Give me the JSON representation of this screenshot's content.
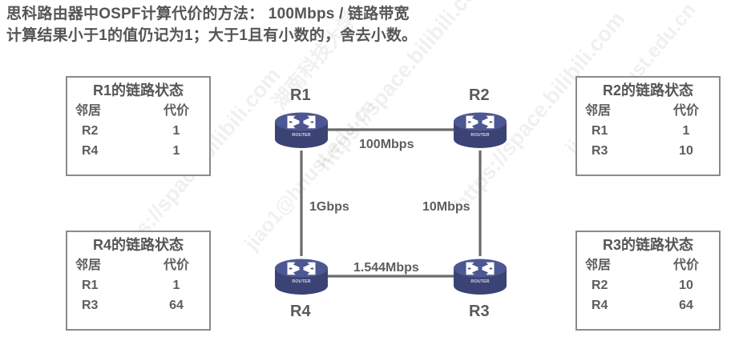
{
  "title": {
    "line1": "思科路由器中OSPF计算代价的方法： 100Mbps / 链路带宽",
    "line2": "计算结果小于1的值仍记为1；大于1且有小数的，舍去小数。"
  },
  "watermark": {
    "text_a": "https://space.bilibili.com",
    "text_b": "jiao1@hnust.edu.cn",
    "text_c": "湖南科技大学"
  },
  "colors": {
    "router_top": "#4d5793",
    "router_side": "#3b4374",
    "border": "#8a8a8a",
    "text": "#5a5a5a",
    "link": "#6b6b6b"
  },
  "tables": [
    {
      "id": "r1",
      "title": "R1的链路状态",
      "columns": [
        "邻居",
        "代价"
      ],
      "rows": [
        {
          "neighbor": "R2",
          "cost": "1"
        },
        {
          "neighbor": "R4",
          "cost": "1"
        }
      ]
    },
    {
      "id": "r2",
      "title": "R2的链路状态",
      "columns": [
        "邻居",
        "代价"
      ],
      "rows": [
        {
          "neighbor": "R1",
          "cost": "1"
        },
        {
          "neighbor": "R3",
          "cost": "10"
        }
      ]
    },
    {
      "id": "r4",
      "title": "R4的链路状态",
      "columns": [
        "邻居",
        "代价"
      ],
      "rows": [
        {
          "neighbor": "R1",
          "cost": "1"
        },
        {
          "neighbor": "R3",
          "cost": "64"
        }
      ]
    },
    {
      "id": "r3",
      "title": "R3的链路状态",
      "columns": [
        "邻居",
        "代价"
      ],
      "rows": [
        {
          "neighbor": "R2",
          "cost": "10"
        },
        {
          "neighbor": "R4",
          "cost": "64"
        }
      ]
    }
  ],
  "topology": {
    "routers": [
      {
        "id": "r1",
        "label": "R1",
        "icon": "router-icon",
        "badge": "ROUTER"
      },
      {
        "id": "r2",
        "label": "R2",
        "icon": "router-icon",
        "badge": "ROUTER"
      },
      {
        "id": "r3",
        "label": "R3",
        "icon": "router-icon",
        "badge": "ROUTER"
      },
      {
        "id": "r4",
        "label": "R4",
        "icon": "router-icon",
        "badge": "ROUTER"
      }
    ],
    "links": [
      {
        "id": "r1-r2",
        "from": "R1",
        "to": "R2",
        "bandwidth": "100Mbps"
      },
      {
        "id": "r1-r4",
        "from": "R1",
        "to": "R4",
        "bandwidth": "1Gbps"
      },
      {
        "id": "r2-r3",
        "from": "R2",
        "to": "R3",
        "bandwidth": "10Mbps"
      },
      {
        "id": "r4-r3",
        "from": "R4",
        "to": "R3",
        "bandwidth": "1.544Mbps"
      }
    ]
  }
}
